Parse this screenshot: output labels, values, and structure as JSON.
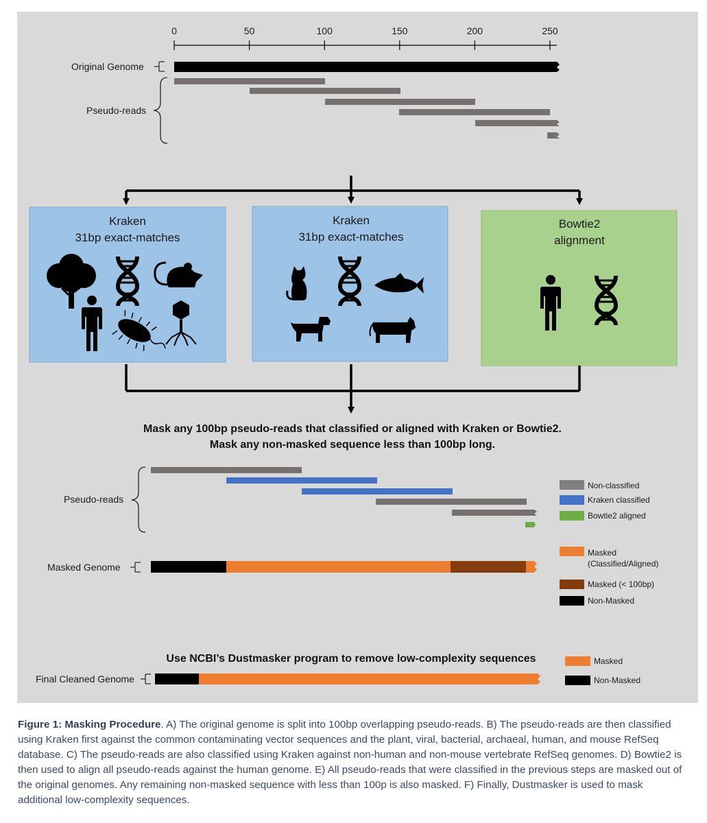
{
  "axis": {
    "ticks": [
      "0",
      "50",
      "100",
      "150",
      "200",
      "250"
    ]
  },
  "labels": {
    "original_genome": "Original Genome",
    "pseudo_reads": "Pseudo-reads",
    "pseudo_reads_2": "Pseudo-reads",
    "masked_genome": "Masked Genome",
    "final_genome": "Final Cleaned Genome"
  },
  "boxes": [
    {
      "title1": "Kraken",
      "title2": "31bp exact-matches",
      "color": "#9dc3e6",
      "icons": [
        "tree-icon",
        "dna-icon",
        "mouse-icon",
        "human-icon",
        "bacterium-icon",
        "phage-icon"
      ]
    },
    {
      "title1": "Kraken",
      "title2": "31bp exact-matches",
      "color": "#9dc3e6",
      "icons": [
        "cat-icon",
        "dna-icon",
        "fish-icon",
        "dog-icon",
        "cow-icon"
      ]
    },
    {
      "title1": "Bowtie2",
      "title2": "alignment",
      "color": "#a9d18e",
      "icons": [
        "human-icon",
        "dna-icon"
      ]
    }
  ],
  "mask_text": {
    "line1": "Mask any 100bp pseudo-reads that classified or aligned with Kraken or Bowtie2.",
    "line2": "Mask any non-masked sequence less than 100bp long."
  },
  "legend1": [
    {
      "label": "Non-classified",
      "color": "#7f7f7f"
    },
    {
      "label": "Kraken classified",
      "color": "#4472c4"
    },
    {
      "label": "Bowtie2 aligned",
      "color": "#70ad47"
    }
  ],
  "legend2": [
    {
      "label1": "Masked",
      "label2": "(Classified/Aligned)",
      "color": "#ed7d31"
    },
    {
      "label1": "Masked (< 100bp)",
      "label2": "",
      "color": "#843c0c"
    },
    {
      "label1": "Non-Masked",
      "label2": "",
      "color": "#000000"
    }
  ],
  "dust_text": "Use NCBI’s Dustmasker program to remove low-complexity sequences",
  "legend3": [
    {
      "label": "Masked",
      "color": "#ed7d31"
    },
    {
      "label": "Non-Masked",
      "color": "#000000"
    }
  ],
  "caption": {
    "title": "Figure 1: Masking Procedure",
    "body": ". A) The original genome is split into 100bp overlapping pseudo-reads. B) The pseudo-reads are then classified using Kraken first against the common contaminating vector sequences and the plant, viral, bacterial, archaeal, human, and mouse RefSeq database. C) The pseudo-reads are also classified using Kraken against non-human and non-mouse vertebrate RefSeq genomes. D) Bowtie2 is then used to align all pseudo-reads against the human genome. E) All pseudo-reads that were classified in the previous steps are masked out of the original genomes. Any remaining non-masked sequence with less than 100p is also masked. F) Finally, Dustmasker is used to mask additional low-complexity sequences."
  }
}
